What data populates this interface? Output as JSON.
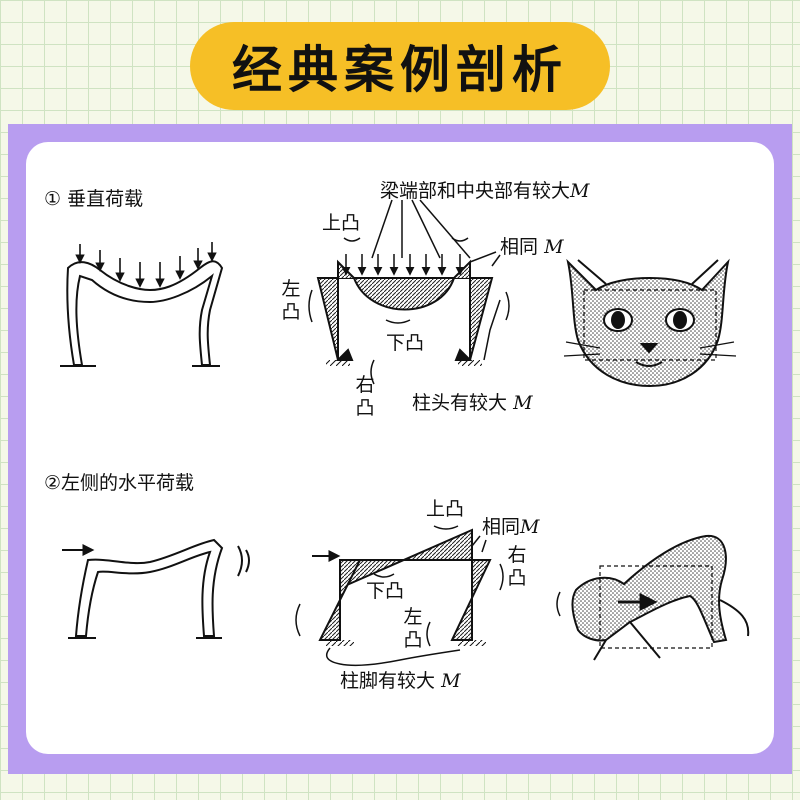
{
  "banner": {
    "title": "经典案例剖析",
    "color": "#f6bf26"
  },
  "frame_color": "#b89df0",
  "case1": {
    "heading": "① 垂直荷载",
    "beam_end_center": "梁端部和中央部有较大",
    "beam_end_center_m": "M",
    "top_convex": "上凸",
    "same": "相同",
    "same_m": "M",
    "left_convex": "左凸",
    "bottom_convex": "下凸",
    "right_convex": "右凸",
    "column_head": "柱头有较大",
    "column_head_m": "M",
    "illustration": "cat-face"
  },
  "case2": {
    "heading": "②左侧的水平荷载",
    "top_convex": "上凸",
    "same": "相同",
    "same_m": "M",
    "right_convex": "右凸",
    "bottom_convex": "下凸",
    "left_convex": "左凸",
    "column_foot": "柱脚有较大",
    "column_foot_m": "M",
    "illustration": "stretching-cat"
  }
}
